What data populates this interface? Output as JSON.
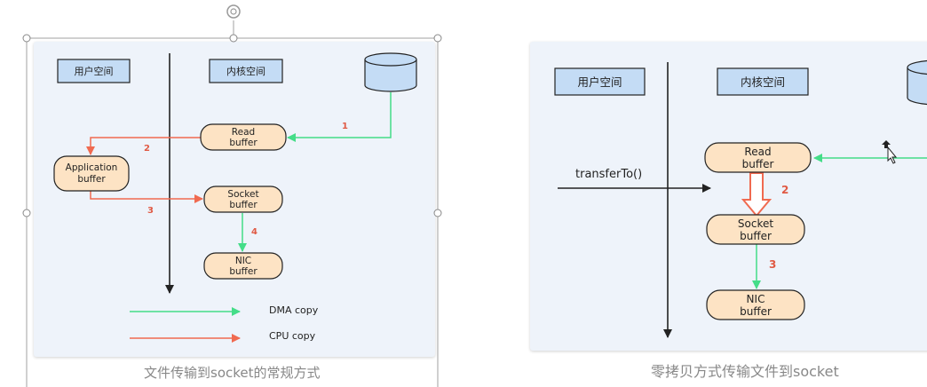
{
  "left_diagram": {
    "user_space": "用户空间",
    "kernel_space": "内核空间",
    "read_buffer": [
      "Read",
      "buffer"
    ],
    "application_buffer": [
      "Application",
      "buffer"
    ],
    "socket_buffer": [
      "Socket",
      "buffer"
    ],
    "nic_buffer": [
      "NIC",
      "buffer"
    ],
    "step1": "1",
    "step2": "2",
    "step3": "3",
    "step4": "4",
    "legend_dma": "DMA copy",
    "legend_cpu": "CPU copy",
    "caption": "文件传输到socket的常规方式"
  },
  "right_diagram": {
    "user_space": "用户空间",
    "kernel_space": "内核空间",
    "transfer_to": "transferTo()",
    "read_buffer": [
      "Read",
      "buffer"
    ],
    "socket_buffer": [
      "Socket",
      "buffer"
    ],
    "nic_buffer": [
      "NIC",
      "buffer"
    ],
    "step2": "2",
    "step3": "3",
    "caption": "零拷贝方式传输文件到socket"
  },
  "colors": {
    "dma_green": "#44dd88",
    "cpu_red": "#f06a50",
    "label_box_fill": "#c4dcf5",
    "buffer_fill": "#fde3c4",
    "panel_bg": "#eef3fa"
  }
}
